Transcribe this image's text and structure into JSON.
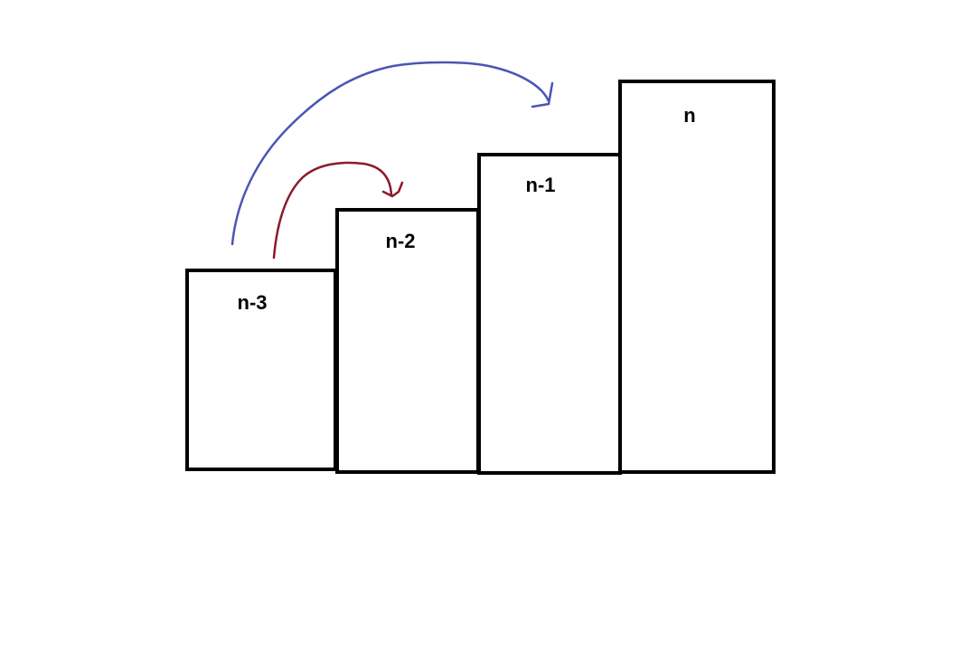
{
  "diagram": {
    "steps": [
      {
        "label": "n-3"
      },
      {
        "label": "n-2"
      },
      {
        "label": "n-1"
      },
      {
        "label": "n"
      }
    ],
    "arrows": [
      {
        "from": "n-3",
        "to": "n-2",
        "color": "#8b1a2b"
      },
      {
        "from": "n-3",
        "to": "n-1",
        "color": "#4a56b5"
      }
    ],
    "colors": {
      "box_stroke": "#000000",
      "background": "#ffffff"
    }
  }
}
